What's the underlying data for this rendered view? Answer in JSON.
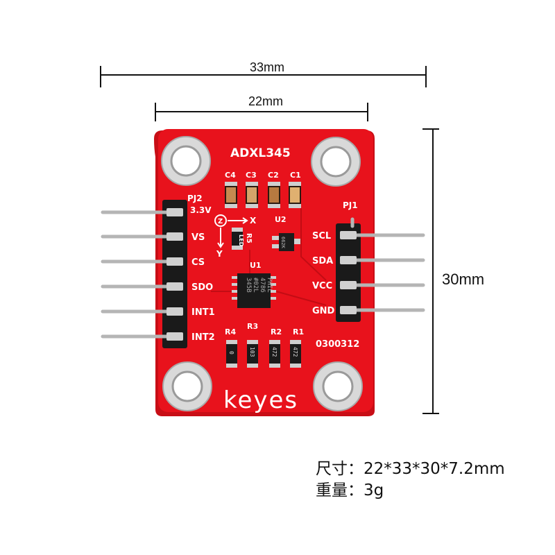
{
  "dimensions": {
    "width_total": "33mm",
    "width_inner": "22mm",
    "height": "30mm"
  },
  "board": {
    "title": "ADXL345",
    "brand": "keyes",
    "code": "0300312",
    "color": "#e8121c",
    "left_header": {
      "label": "PJ2",
      "pins": [
        "3.3V",
        "VS",
        "CS",
        "SDO",
        "INT1",
        "INT2"
      ]
    },
    "right_header": {
      "label": "PJ1",
      "pins": [
        "SCL",
        "SDA",
        "VCC",
        "GND"
      ]
    },
    "capacitors": [
      "C4",
      "C3",
      "C2",
      "C1"
    ],
    "resistors": [
      "R4",
      "R3",
      "R2",
      "R1"
    ],
    "resistor_codes": [
      "0",
      "103",
      "472",
      "472"
    ],
    "u1": "U1",
    "u2": "U2",
    "u2_code": "662K",
    "led": "LED",
    "r5": "R5",
    "chip_marking": [
      "345B",
      "#02L",
      "4786",
      "PHIL"
    ],
    "axes": {
      "x": "X",
      "y": "Y",
      "z": "Z"
    }
  },
  "specs": {
    "size_label": "尺寸：",
    "size_value": "22*33*30*7.2mm",
    "weight_label": "重量：",
    "weight_value": "3g"
  }
}
